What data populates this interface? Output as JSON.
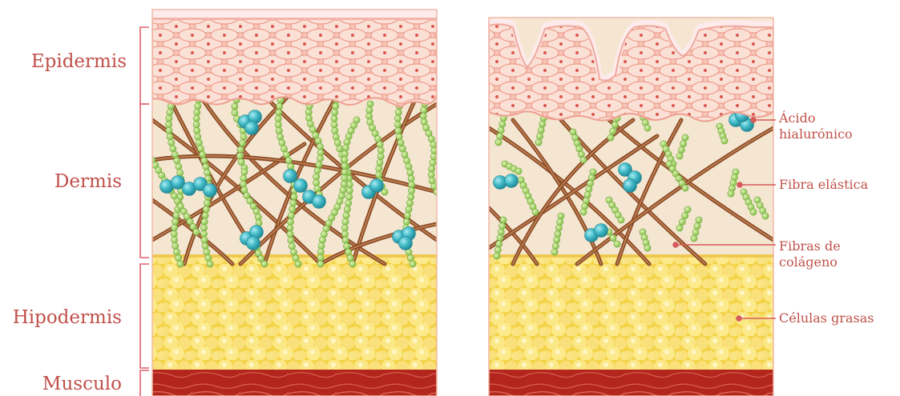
{
  "layers": {
    "epidermis": "Epidermis",
    "dermis": "Dermis",
    "hypodermis": "Hipodermis",
    "muscle": "Musculo"
  },
  "callouts": {
    "hyaluronic_line1": "Ácido",
    "hyaluronic_line2": "hialurónico",
    "elastic_fiber": "Fibra elástica",
    "collagen_line1": "Fibras de",
    "collagen_line2": "colágeno",
    "fat_cells": "Células grasas"
  },
  "colors": {
    "label": "#c0504a",
    "bracket": "#e0646e",
    "epidermis": "#f6c4b8",
    "dermis": "#f4e4cf",
    "elastin": "#9ccc5c",
    "collagen": "#9a5a32",
    "hyaluronic": "#3bb3c3",
    "fat": "#f7dc4d",
    "muscle": "#b5241c"
  }
}
